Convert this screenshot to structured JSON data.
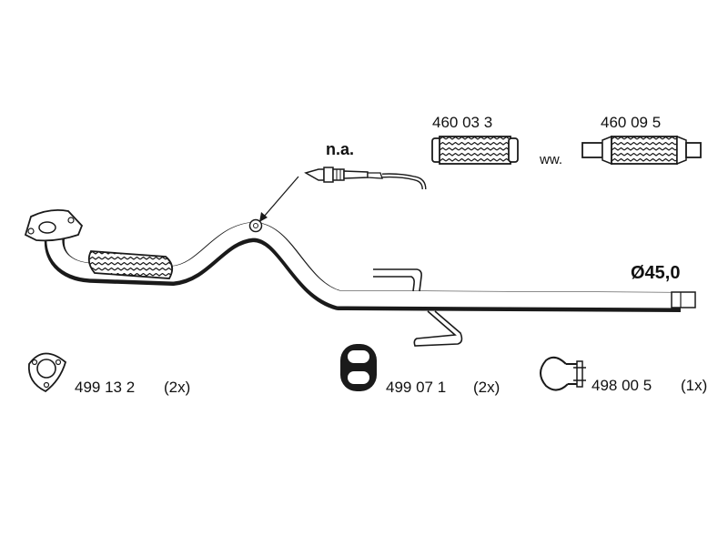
{
  "colors": {
    "line": "#1a1a1a",
    "background": "#ffffff",
    "fill": "#ffffff"
  },
  "labels": {
    "sensor_note": "n.a.",
    "part_flex_short": "460 03 3",
    "alt_marker": "ww.",
    "part_flex_long": "460 09 5",
    "diameter": "Ø45,0",
    "part_gasket_flange": "499 13 2",
    "qty_gasket_flange": "(2x)",
    "part_rubber_mount": "499 07 1",
    "qty_rubber_mount": "(2x)",
    "part_clamp": "498 00 5",
    "qty_clamp": "(1x)"
  },
  "icons": {
    "sensor": "oxygen-sensor-icon",
    "flex_short": "flex-pipe-icon",
    "flex_long": "flex-pipe-with-ends-icon",
    "front_pipe": "exhaust-pipe-icon",
    "gasket": "flange-gasket-icon",
    "mount": "rubber-mount-icon",
    "clamp": "pipe-clamp-icon"
  }
}
